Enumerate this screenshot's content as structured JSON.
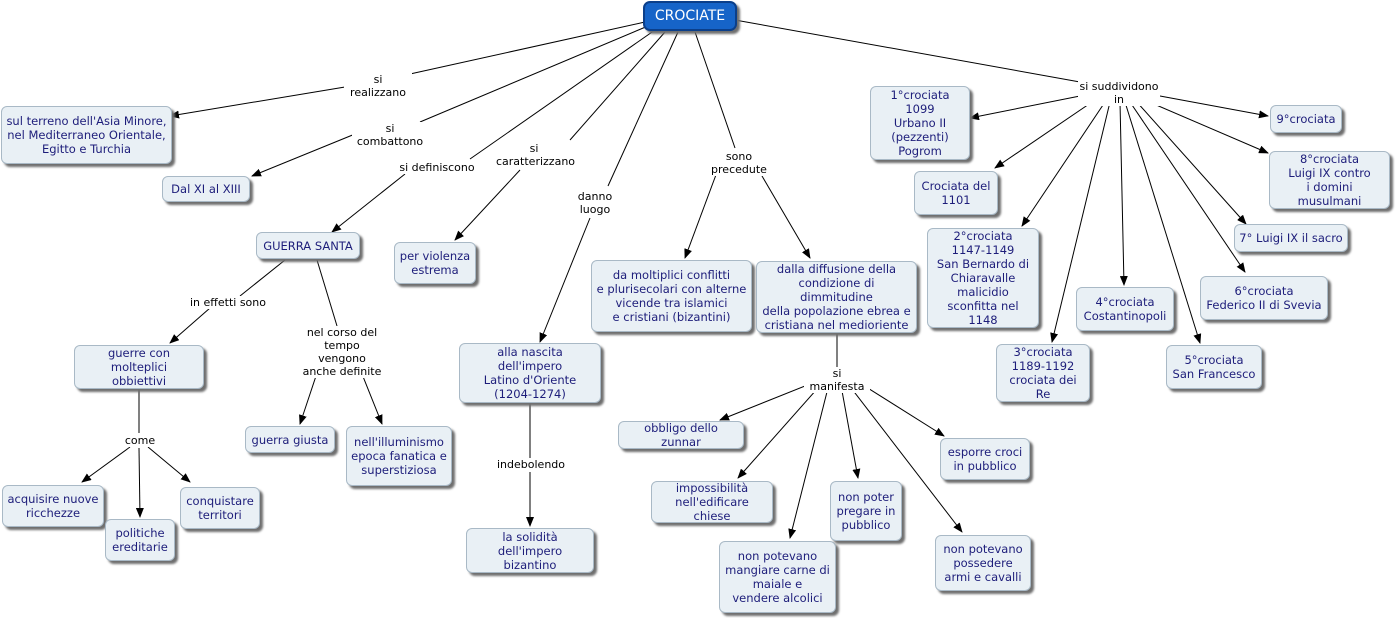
{
  "nodes": {
    "root": "CROCIATE",
    "terreno": "sul terreno dell'Asia Minore,\nnel Mediterraneo Orientale,\nEgitto e Turchia",
    "xi_xiii": "Dal XI al XIII",
    "guerra_santa": "GUERRA SANTA",
    "violenza": "per violenza\nestrema",
    "nascita_impero": "alla nascita dell'impero\nLatino d'Oriente\n(1204-1274)",
    "conflitti": "da moltiplici conflitti\ne plurisecolari con alterne\nvicende tra islamici\ne cristiani (bizantini)",
    "diffusione": "dalla diffusione della\ncondizione di dimmitudine\ndella popolazione ebrea e\ncristiana nel medioriente",
    "obbiettivi": "guerre con molteplici\nobbiettivi",
    "guerra_giusta": "guerra giusta",
    "illuminismo": "nell'illuminismo\nepoca fanatica e\nsuperstiziosa",
    "ricchezze": "acquisire nuove\nricchezze",
    "politiche": "politiche\nereditarie",
    "territori": "conquistare\nterritori",
    "solidita": "la solidità\ndell'impero bizantino",
    "zunnar": "obbligo dello zunnar",
    "chiese": "impossibilità\nnell'edificare chiese",
    "mangiare": "non potevano\nmangiare carne di\nmaiale e\nvendere alcolici",
    "pregare": "non poter\npregare in\npubblico",
    "armi": "non potevano\npossedere\narmi e cavalli",
    "croci": "esporre croci\nin pubblico",
    "c1": "1°crociata 1099\nUrbano II\n(pezzenti)\nPogrom",
    "c1101": "Crociata del\n1101",
    "c2": "2°crociata\n1147-1149\nSan Bernardo di\nChiaravalle\nmalicidio\nsconfitta nel 1148",
    "c3": "3°crociata\n1189-1192\ncrociata dei Re",
    "c4": "4°crociata\nCostantinopoli",
    "c5": "5°crociata\nSan Francesco",
    "c6": "6°crociata\nFederico II di Svevia",
    "c7": "7° Luigi IX il sacro",
    "c8": "8°crociata\nLuigi IX contro\ni domini musulmani",
    "c9": "9°crociata"
  },
  "links": {
    "realizzano": "si realizzano",
    "combattono": "si combattono",
    "definiscono": "si definiscono",
    "caratterizzano": "si\ncaratterizzano",
    "danno_luogo": "danno\nluogo",
    "precedute": "sono precedute",
    "suddividono": "si suddividono\nin",
    "effetti": "in effetti sono",
    "corso": "nel corso del\ntempo vengono\nanche definite",
    "come": "come",
    "indebolendo": "indebolendo",
    "manifesta": "si manifesta"
  },
  "colors": {
    "root_fill": "#1664c8",
    "node_fill": "#e9f0f5",
    "node_text": "#1d1d7a",
    "line": "#000000"
  }
}
